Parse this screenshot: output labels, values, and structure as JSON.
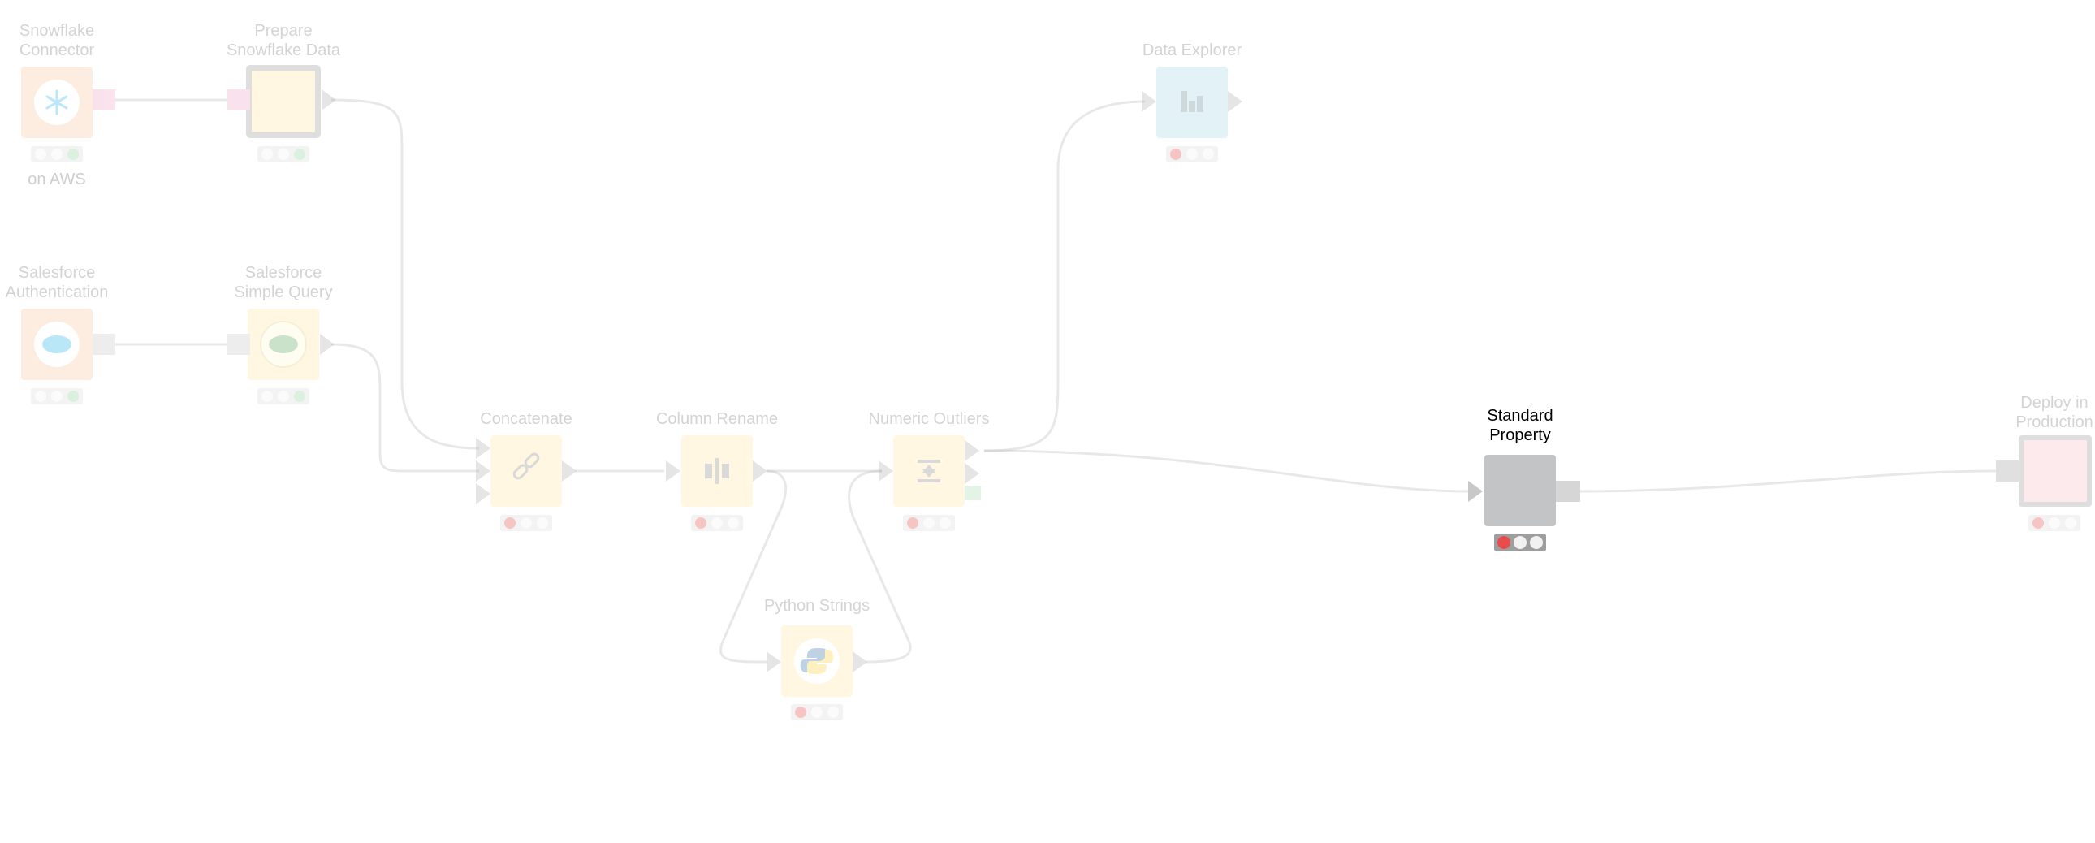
{
  "nodes": [
    {
      "id": "snowflake-connector",
      "label": [
        "Snowflake",
        "Connector"
      ],
      "sublabel": "on AWS",
      "icon": "snowflake-icon",
      "color": "#f9caa0",
      "status": "green"
    },
    {
      "id": "prepare-snowflake-data",
      "label": [
        "Prepare",
        "Snowflake Data"
      ],
      "icon": "",
      "color": "#ffe9a3",
      "status": "green"
    },
    {
      "id": "salesforce-authentication",
      "label": [
        "Salesforce",
        "Authentication"
      ],
      "icon": "salesforce-cloud-icon",
      "color": "#f9caa0",
      "status": "green"
    },
    {
      "id": "salesforce-simple-query",
      "label": [
        "Salesforce",
        "Simple Query"
      ],
      "icon": "salesforce-cloud-icon",
      "color": "#ffe9a3",
      "status": "green"
    },
    {
      "id": "concatenate",
      "label": [
        "Concatenate"
      ],
      "icon": "link-icon",
      "color": "#ffe9a3",
      "status": "red"
    },
    {
      "id": "column-rename",
      "label": [
        "Column Rename"
      ],
      "icon": "column-rename-icon",
      "color": "#ffe9a3",
      "status": "red"
    },
    {
      "id": "numeric-outliers",
      "label": [
        "Numeric Outliers"
      ],
      "icon": "outliers-icon",
      "color": "#ffe9a3",
      "status": "red"
    },
    {
      "id": "python-strings",
      "label": [
        "Python Strings"
      ],
      "icon": "python-icon",
      "color": "#ffe9a3",
      "status": "red"
    },
    {
      "id": "data-explorer",
      "label": [
        "Data Explorer"
      ],
      "icon": "bar-chart-icon",
      "color": "#a9d7e4",
      "status": "red"
    },
    {
      "id": "standard-property",
      "label": [
        "Standard",
        "Property"
      ],
      "icon": "",
      "color": "#c3c4c6",
      "status": "red",
      "active": true
    },
    {
      "id": "deploy-in-production",
      "label": [
        "Deploy in",
        "Production"
      ],
      "icon": "",
      "color": "#fbc0c6",
      "status": "red"
    }
  ],
  "colors": {
    "connection": "#b9b9b9",
    "port_gray": "#c8c8c8",
    "port_pink": "#f0a8c8",
    "port_green": "#a9e0b5",
    "status_red": "#e84c4c",
    "status_green": "#8fd5a0",
    "status_off": "#e6e6e6",
    "active_label": "#000000",
    "inactive_label": "#7a7a7a"
  }
}
